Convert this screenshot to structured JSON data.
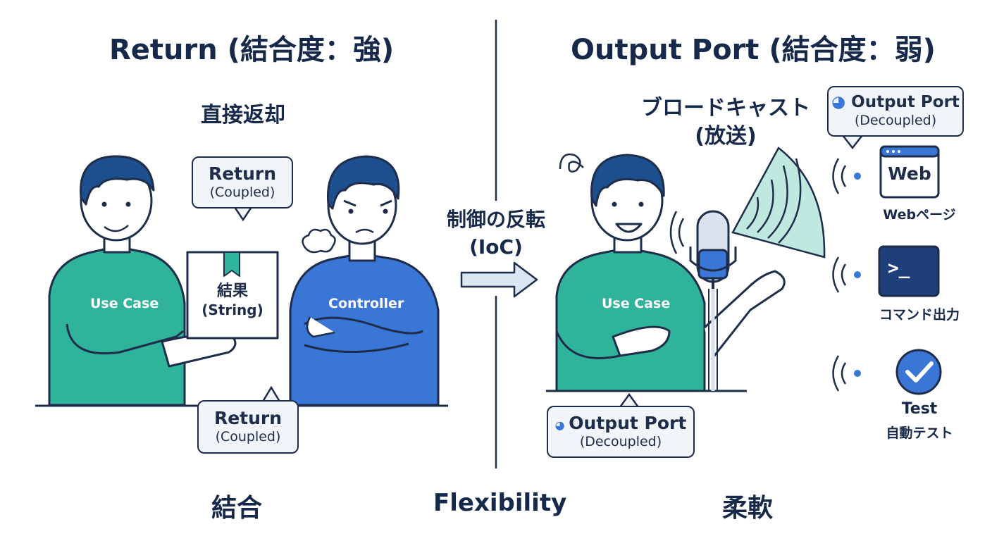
{
  "left": {
    "title": "Return (結合度：強)",
    "heading": "直接返却",
    "use_case_label": "Use Case",
    "controller_label": "Controller",
    "box_line1": "結果",
    "box_line2": "(String)",
    "bubble_top": {
      "line1": "Return",
      "line2": "(Coupled)"
    },
    "bubble_bottom": {
      "line1": "Return",
      "line2": "(Coupled)"
    },
    "footer": "結合"
  },
  "center": {
    "ioc_line1": "制御の反転",
    "ioc_line2": "(IoC)",
    "footer": "Flexibility"
  },
  "right": {
    "title": "Output Port (結合度：弱)",
    "heading_line1": "ブロードキャスト",
    "heading_line2": "(放送)",
    "use_case_label": "Use Case",
    "bubble_top": {
      "line1": "Output Port",
      "line2": "(Decoupled)"
    },
    "bubble_bottom": {
      "line1": "Output Port",
      "line2": "(Decoupled)"
    },
    "targets": [
      {
        "icon_text": "Web",
        "label": "Webページ"
      },
      {
        "icon_text": ">_",
        "label": "コマンド出力"
      },
      {
        "icon_text": "",
        "label_line1": "Test",
        "label": "自動テスト"
      }
    ],
    "footer": "柔軟"
  },
  "colors": {
    "navy": "#17294a",
    "teal": "#2fb39a",
    "blue": "#3a76d6",
    "skin": "#ffffff",
    "hair": "#1d4f8f",
    "broadcast": "#bfe9de",
    "dark_icon": "#1f3f7a"
  }
}
